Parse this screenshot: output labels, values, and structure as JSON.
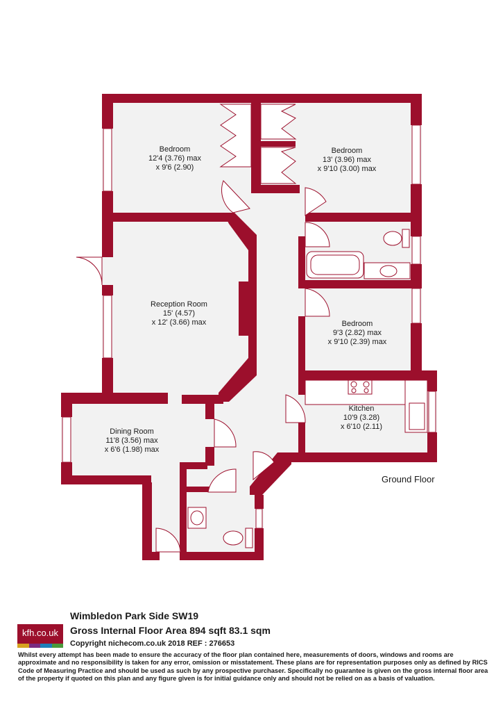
{
  "colors": {
    "wall": "#9c0f2c",
    "floor": "#f2f2f2",
    "logo_bg": "#9c0f2c",
    "logo_stripes": [
      "#d6a320",
      "#7b2c82",
      "#1e7fb8",
      "#4a9a3c"
    ]
  },
  "rooms": [
    {
      "name": "Bedroom",
      "dim1": "12'4 (3.76) max",
      "dim2": "x 9'6 (2.90)"
    },
    {
      "name": "Bedroom",
      "dim1": "13' (3.96) max",
      "dim2": "x 9'10 (3.00) max"
    },
    {
      "name": "Reception Room",
      "dim1": "15' (4.57)",
      "dim2": "x 12' (3.66) max"
    },
    {
      "name": "Bedroom",
      "dim1": "9'3 (2.82) max",
      "dim2": "x 9'10 (2.39) max"
    },
    {
      "name": "Kitchen",
      "dim1": "10'9 (3.28)",
      "dim2": "x 6'10 (2.11)"
    },
    {
      "name": "Dining Room",
      "dim1": "11'8 (3.56) max",
      "dim2": "x 6'6 (1.98) max"
    }
  ],
  "floor_label": "Ground Floor",
  "footer": {
    "logo_text": "kfh.co.uk",
    "title": "Wimbledon Park Side  SW19",
    "area": "Gross Internal Floor Area 894 sqft 83.1 sqm",
    "copyright": "Copyright nichecom.co.uk 2018 REF : 276653",
    "disclaimer": "Whilst every attempt has been made to ensure the accuracy of the floor plan contained here, measurements of doors, windows and rooms are approximate and no responsibility is taken for any error, omission or misstatement.  These plans are for representation purposes only as defined by RICS Code of Measuring Practice and should be used as such by any prospective purchaser.  Specifically no guarantee is given on the gross internal floor area of the property if quoted on this plan and any figure given is for initial guidance only and should not be relied on as a basis of valuation."
  }
}
